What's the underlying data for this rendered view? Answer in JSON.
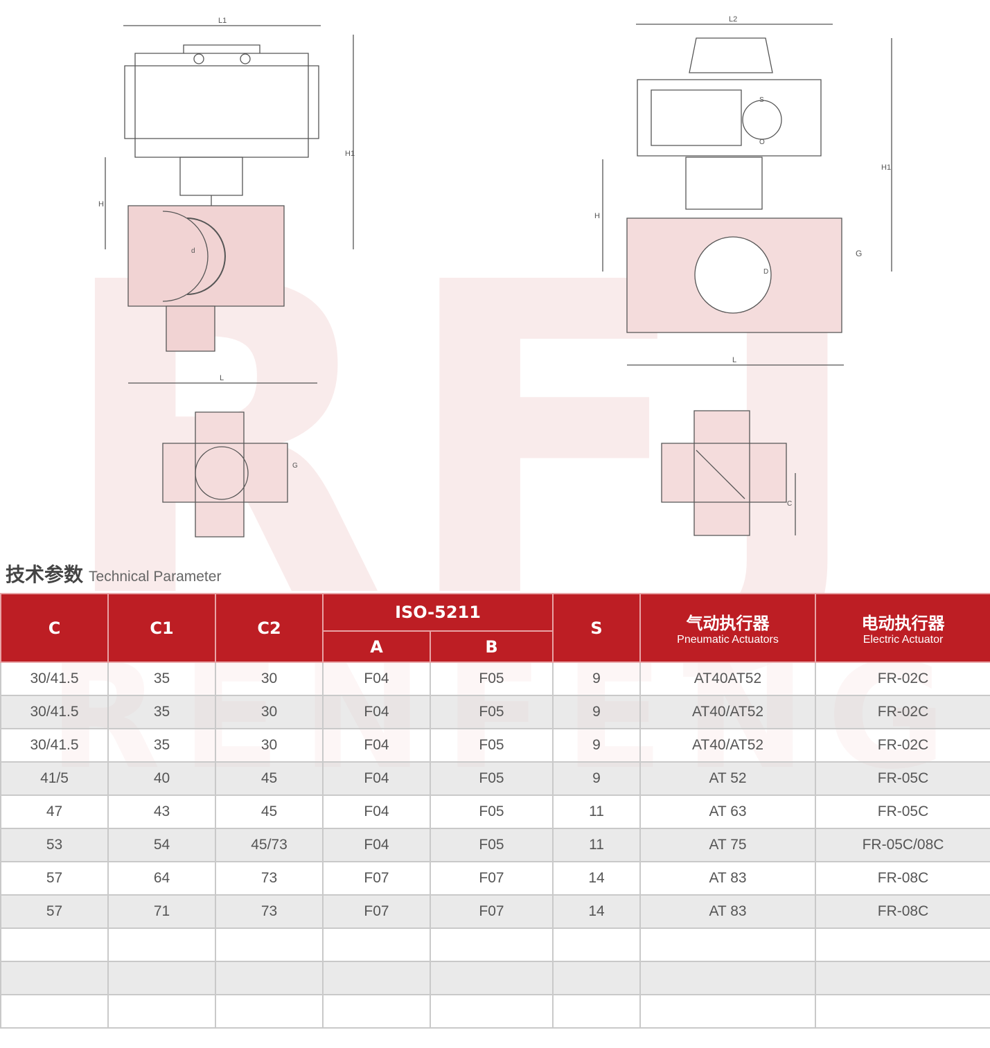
{
  "watermark": {
    "logo": "RFJ",
    "brand": "RENFENG"
  },
  "drawings": {
    "pneumatic": {
      "labels": [
        "L1",
        "H1",
        "H",
        "L",
        "d",
        "G"
      ]
    },
    "electric": {
      "labels": [
        "L2",
        "H1",
        "H",
        "G",
        "L",
        "D",
        "C"
      ],
      "indicator": [
        "S",
        "O"
      ]
    }
  },
  "section": {
    "title_cn": "技术参数",
    "title_en": "Technical Parameter"
  },
  "table": {
    "headers": {
      "c": "C",
      "c1": "C1",
      "c2": "C2",
      "iso": "ISO-5211",
      "a": "A",
      "b": "B",
      "s": "S",
      "pneumatic_cn": "气动执行器",
      "pneumatic_en": "Pneumatic Actuators",
      "electric_cn": "电动执行器",
      "electric_en": "Electric Actuator"
    },
    "rows": [
      [
        "30/41.5",
        "35",
        "30",
        "F04",
        "F05",
        "9",
        "AT40AT52",
        "FR-02C"
      ],
      [
        "30/41.5",
        "35",
        "30",
        "F04",
        "F05",
        "9",
        "AT40/AT52",
        "FR-02C"
      ],
      [
        "30/41.5",
        "35",
        "30",
        "F04",
        "F05",
        "9",
        "AT40/AT52",
        "FR-02C"
      ],
      [
        "41/5",
        "40",
        "45",
        "F04",
        "F05",
        "9",
        "AT 52",
        "FR-05C"
      ],
      [
        "47",
        "43",
        "45",
        "F04",
        "F05",
        "11",
        "AT 63",
        "FR-05C"
      ],
      [
        "53",
        "54",
        "45/73",
        "F04",
        "F05",
        "11",
        "AT 75",
        "FR-05C/08C"
      ],
      [
        "57",
        "64",
        "73",
        "F07",
        "F07",
        "14",
        "AT 83",
        "FR-08C"
      ],
      [
        "57",
        "71",
        "73",
        "F07",
        "F07",
        "14",
        "AT 83",
        "FR-08C"
      ],
      [
        "",
        "",
        "",
        "",
        "",
        "",
        "",
        ""
      ],
      [
        "",
        "",
        "",
        "",
        "",
        "",
        "",
        ""
      ],
      [
        "",
        "",
        "",
        "",
        "",
        "",
        "",
        ""
      ]
    ]
  },
  "colors": {
    "header_red": "#bd1e24",
    "watermark": "#f6dede"
  }
}
